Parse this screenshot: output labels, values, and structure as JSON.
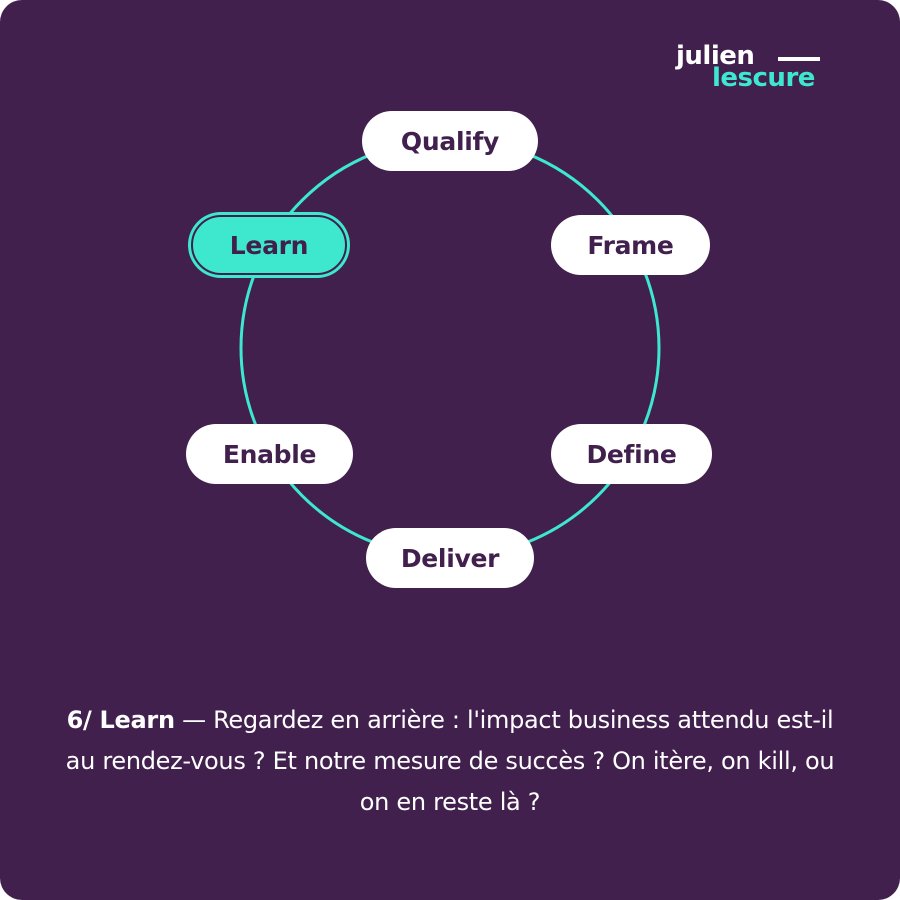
{
  "logo": {
    "line1": "julien",
    "line2": "lescure"
  },
  "diagram": {
    "steps": [
      {
        "label": "Qualify"
      },
      {
        "label": "Frame"
      },
      {
        "label": "Define"
      },
      {
        "label": "Deliver"
      },
      {
        "label": "Enable"
      },
      {
        "label": "Learn"
      }
    ],
    "active_step": "Learn"
  },
  "caption": {
    "step_title": "6/ Learn",
    "separator": " — ",
    "text": "Regardez en arrière : l'impact business attendu est-il au rendez-vous ? Et notre mesure de succès ? On itère, on kill, ou on en reste là ?"
  },
  "colors": {
    "background": "#41204d",
    "accent": "#3de8cf",
    "pill": "#ffffff",
    "text_dark": "#41204d"
  }
}
